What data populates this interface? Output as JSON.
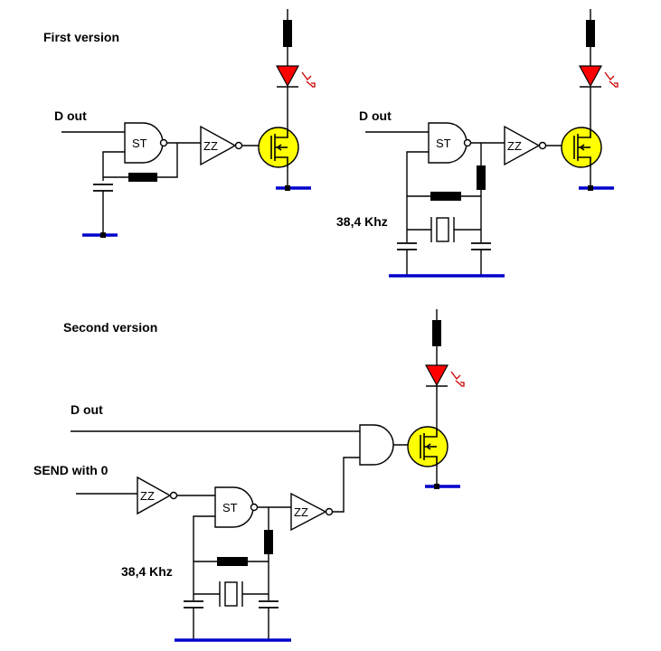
{
  "sections": {
    "first": "First version",
    "second": "Second version"
  },
  "signals": {
    "dout": "D out",
    "send": "SEND with 0",
    "freq": "38,4 Khz"
  },
  "gates": {
    "schmitt": "ST",
    "inverter": "ZZ"
  },
  "colors": {
    "ground": "#0000cc",
    "led": "#ff0000",
    "mosfet": "#ffff00",
    "emission": "#cc0000"
  },
  "icons": {
    "led": "led-icon",
    "mosfet": "mosfet-icon",
    "ground": "ground-icon",
    "resistor": "resistor-icon",
    "capacitor": "capacitor-icon",
    "crystal": "crystal-icon"
  }
}
